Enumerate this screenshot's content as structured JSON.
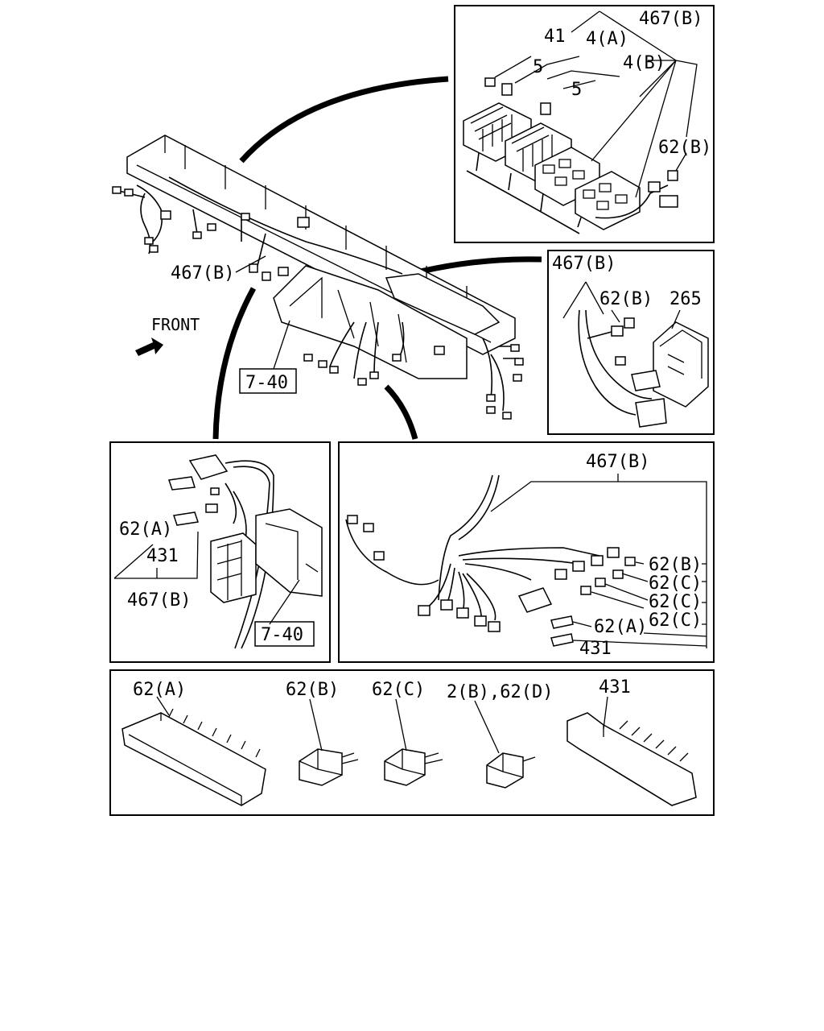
{
  "labels": {
    "p467b_top": "467(B)",
    "p41": "41",
    "p4a": "4(A)",
    "p5_a": "5",
    "p4b": "4(B)",
    "p5_b": "5",
    "p62b_top": "62(B)",
    "p467b_mid": "467(B)",
    "p62b_mid": "62(B)",
    "p265": "265",
    "p467b_main": "467(B)",
    "front": "FRONT",
    "ref_740_main": "7-40",
    "p62a_left": "62(A)",
    "p431_left": "431",
    "p467b_left": "467(B)",
    "ref_740_left": "7-40",
    "p467b_right": "467(B)",
    "p62b_right": "62(B)",
    "p62c_1": "62(C)",
    "p62c_2": "62(C)",
    "p62c_3": "62(C)",
    "p62a_right": "62(A)",
    "p431_right": "431",
    "b62a": "62(A)",
    "b62b": "62(B)",
    "b62c": "62(C)",
    "b2b62d": "2(B),62(D)",
    "b431": "431"
  }
}
